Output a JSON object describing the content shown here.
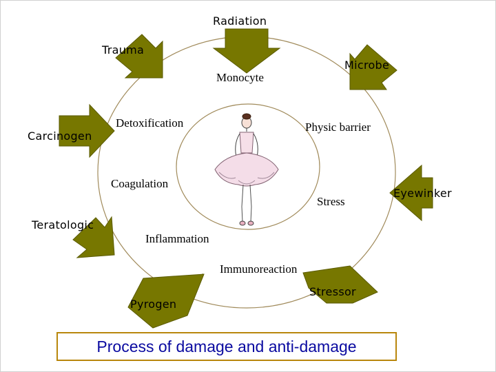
{
  "colors": {
    "arrow_fill": "#777700",
    "arrow_stroke": "#5a5a00",
    "circle_stroke": "#a08a5a",
    "title_text": "#0a0aa0",
    "title_border": "#b8860b"
  },
  "stressors": {
    "radiation": "Radiation",
    "trauma": "Trauma",
    "microbe": "Microbe",
    "carcinogen": "Carcinogen",
    "eyewinker": "Eyewinker",
    "teratologic": "Teratologic",
    "pyrogen": "Pyrogen",
    "stressor": "Stressor"
  },
  "responses": {
    "monocyte": "Monocyte",
    "detoxification": "Detoxification",
    "physic_barrier": "Physic barrier",
    "coagulation": "Coagulation",
    "stress": "Stress",
    "inflammation": "Inflammation",
    "immunoreaction": "Immunoreaction"
  },
  "figure_icon": "ballerina-icon",
  "title": "Process of damage and anti-damage"
}
